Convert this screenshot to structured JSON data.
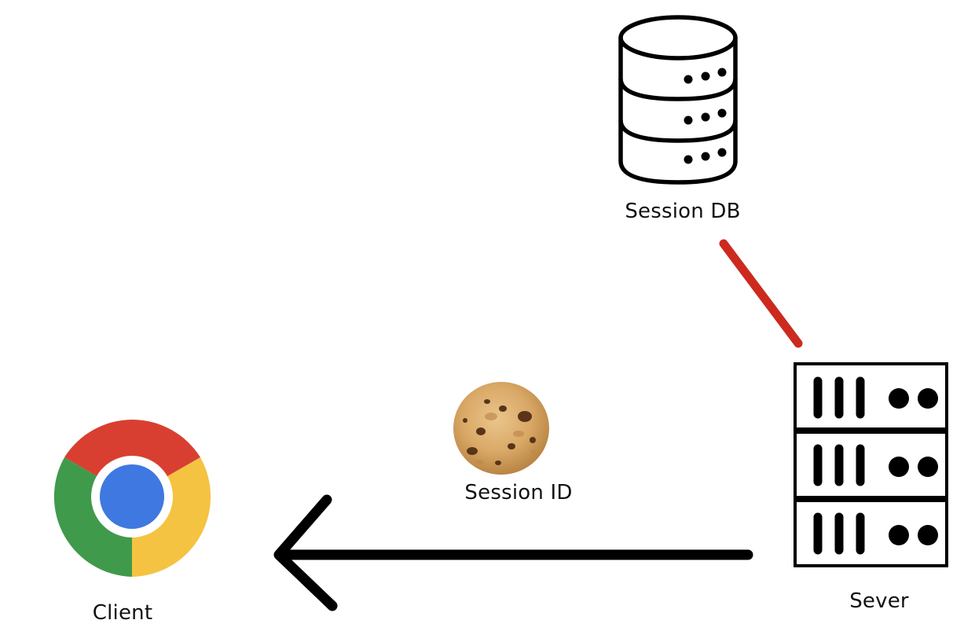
{
  "labels": {
    "session_db": "Session DB",
    "session_id": "Session ID",
    "server": "Sever",
    "client": "Client"
  },
  "icons": {
    "database": "database-icon",
    "server": "server-rack-icon",
    "cookie": "cookie-icon",
    "client": "chrome-browser-icon"
  },
  "colors": {
    "db_server_link": "#cc2a1f",
    "arrow": "#000000",
    "chrome_red": "#d93f31",
    "chrome_yellow": "#f5c342",
    "chrome_green": "#3f9a4b",
    "chrome_blue": "#3f78e0",
    "cookie_base": "#d9a866"
  }
}
